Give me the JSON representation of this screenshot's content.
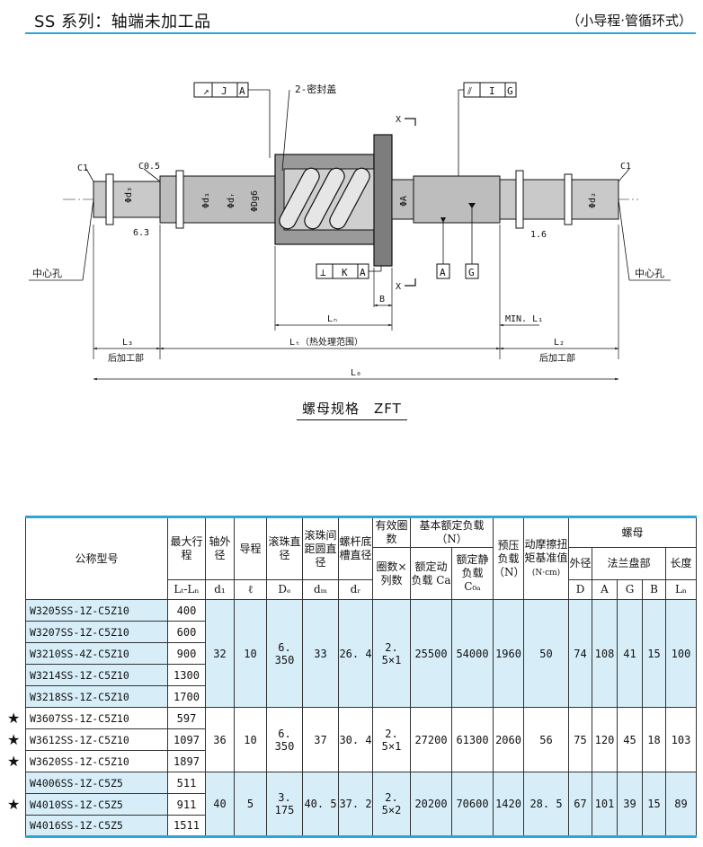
{
  "header": {
    "title": "SS 系列：轴端未加工品",
    "subtitle": "（小导程·管循环式）"
  },
  "drawing": {
    "labels": {
      "tol_j": "J",
      "tol_a1": "A",
      "seal": "2-密封盖",
      "tol_i": "I",
      "tol_g1": "G",
      "x_top": "X",
      "x_bot": "X",
      "c1_left": "C1",
      "c05": "C0.5",
      "c1_right": "C1",
      "phi_d3": "Φd₃",
      "phi_d1": "Φd₁",
      "phi_dr": "Φdᵣ",
      "phi_dg6": "ΦDg6",
      "phi_a": "ΦA",
      "phi_d2": "Φd₂",
      "r63": "6.3",
      "r16": "1.6",
      "center_left": "中心孔",
      "center_right": "中心孔",
      "tol_k": "K",
      "tol_a2": "A",
      "datum_a": "A",
      "datum_g": "G",
      "b": "B",
      "ln": "Lₙ",
      "min_l1": "MIN. L₁",
      "l3": "L₃",
      "lt": "Lₜ（热处理范围）",
      "l2": "L₂",
      "post_left": "后加工部",
      "post_right": "后加工部",
      "lo": "L₀"
    }
  },
  "caption": "螺母规格　ZFT",
  "table": {
    "headers": {
      "model": "公称型号",
      "stroke_top": "最大行程",
      "stroke_sym": "Lₜ-Lₙ",
      "shaft": "轴外径",
      "shaft_sym": "d₁",
      "lead": "导程",
      "lead_sym": "ℓ",
      "ball": "滚珠直径",
      "ball_sym": "Dₑ",
      "pcd": "滚珠间距圆直径",
      "pcd_sym": "dₘ",
      "root": "螺杆底槽直径",
      "root_sym": "dᵣ",
      "circuits": "有效圈数",
      "circuits2": "圈数×列数",
      "load": "基本额定负载（N）",
      "dyn": "额定动负载 Ca",
      "stat": "额定静负载 C₀ₐ",
      "preload": "预压负载（N）",
      "torque": "动摩擦扭矩基准值",
      "torque_unit": "(N·cm)",
      "nut": "螺母",
      "outer": "外径",
      "flange": "法兰盘部",
      "length": "长度",
      "d": "D",
      "a": "A",
      "g": "G",
      "b": "B",
      "ln": "Lₙ"
    },
    "groups": [
      {
        "rows": [
          {
            "star": "",
            "model": "W3205SS-1Z-C5Z10",
            "stroke": "400"
          },
          {
            "star": "",
            "model": "W3207SS-1Z-C5Z10",
            "stroke": "600"
          },
          {
            "star": "",
            "model": "W3210SS-4Z-C5Z10",
            "stroke": "900"
          },
          {
            "star": "",
            "model": "W3214SS-1Z-C5Z10",
            "stroke": "1300"
          },
          {
            "star": "",
            "model": "W3218SS-1Z-C5Z10",
            "stroke": "1700"
          }
        ],
        "d1": "32",
        "lead": "10",
        "de": "6. 350",
        "dm": "33",
        "dr": "26. 4",
        "circuits": "2. 5×1",
        "ca": "25500",
        "c0a": "54000",
        "preload": "1960",
        "torque": "50",
        "D": "74",
        "A": "108",
        "G": "41",
        "B": "15",
        "Ln": "100"
      },
      {
        "rows": [
          {
            "star": "★",
            "model": "W3607SS-1Z-C5Z10",
            "stroke": "597"
          },
          {
            "star": "★",
            "model": "W3612SS-1Z-C5Z10",
            "stroke": "1097"
          },
          {
            "star": "★",
            "model": "W3620SS-1Z-C5Z10",
            "stroke": "1897"
          }
        ],
        "d1": "36",
        "lead": "10",
        "de": "6. 350",
        "dm": "37",
        "dr": "30. 4",
        "circuits": "2. 5×1",
        "ca": "27200",
        "c0a": "61300",
        "preload": "2060",
        "torque": "56",
        "D": "75",
        "A": "120",
        "G": "45",
        "B": "18",
        "Ln": "103"
      },
      {
        "rows": [
          {
            "star": "",
            "model": "W4006SS-1Z-C5Z5",
            "stroke": "511"
          },
          {
            "star": "★",
            "model": "W4010SS-1Z-C5Z5",
            "stroke": "911"
          },
          {
            "star": "",
            "model": "W4016SS-1Z-C5Z5",
            "stroke": "1511"
          }
        ],
        "d1": "40",
        "lead": "5",
        "de": "3. 175",
        "dm": "40. 5",
        "dr": "37. 2",
        "circuits": "2. 5×2",
        "ca": "20200",
        "c0a": "70600",
        "preload": "1420",
        "torque": "28. 5",
        "D": "67",
        "A": "101",
        "G": "39",
        "B": "15",
        "Ln": "89"
      }
    ]
  }
}
